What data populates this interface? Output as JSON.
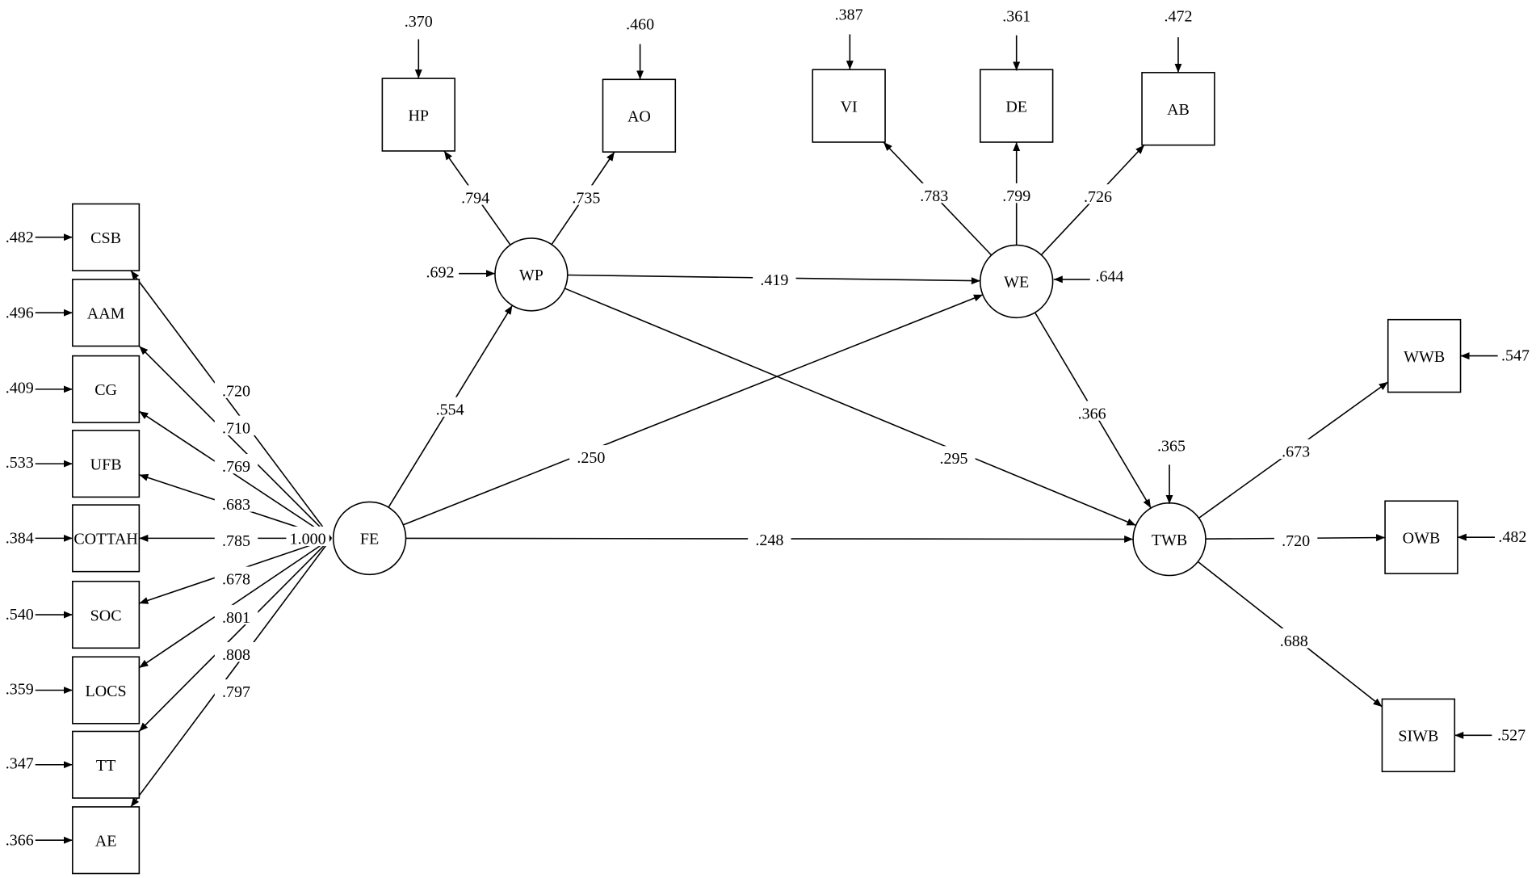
{
  "colors": {
    "stroke": "#000000",
    "background": "#ffffff"
  },
  "nodes": [
    {
      "id": "CSB",
      "label": "CSB",
      "shape": "box"
    },
    {
      "id": "AAM",
      "label": "AAM",
      "shape": "box"
    },
    {
      "id": "CG",
      "label": "CG",
      "shape": "box"
    },
    {
      "id": "UFB",
      "label": "UFB",
      "shape": "box"
    },
    {
      "id": "COTTAH",
      "label": "COTTAH",
      "shape": "box"
    },
    {
      "id": "SOC",
      "label": "SOC",
      "shape": "box"
    },
    {
      "id": "LOCS",
      "label": "LOCS",
      "shape": "box"
    },
    {
      "id": "TT",
      "label": "TT",
      "shape": "box"
    },
    {
      "id": "AE",
      "label": "AE",
      "shape": "box"
    },
    {
      "id": "HP",
      "label": "HP",
      "shape": "box"
    },
    {
      "id": "AO",
      "label": "AO",
      "shape": "box"
    },
    {
      "id": "VI",
      "label": "VI",
      "shape": "box"
    },
    {
      "id": "DE",
      "label": "DE",
      "shape": "box"
    },
    {
      "id": "AB",
      "label": "AB",
      "shape": "box"
    },
    {
      "id": "WWB",
      "label": "WWB",
      "shape": "box"
    },
    {
      "id": "OWB",
      "label": "OWB",
      "shape": "box"
    },
    {
      "id": "SIWB",
      "label": "SIWB",
      "shape": "box"
    },
    {
      "id": "FE",
      "label": "FE",
      "shape": "circle"
    },
    {
      "id": "WP",
      "label": "WP",
      "shape": "circle"
    },
    {
      "id": "WE",
      "label": "WE",
      "shape": "circle"
    },
    {
      "id": "TWB",
      "label": "TWB",
      "shape": "circle"
    }
  ],
  "paths": [
    {
      "from": "FE",
      "to": "CSB",
      "label": ".720"
    },
    {
      "from": "FE",
      "to": "AAM",
      "label": ".710"
    },
    {
      "from": "FE",
      "to": "CG",
      "label": ".769"
    },
    {
      "from": "FE",
      "to": "UFB",
      "label": ".683"
    },
    {
      "from": "FE",
      "to": "COTTAH",
      "label": ".785"
    },
    {
      "from": "FE",
      "to": "SOC",
      "label": ".678"
    },
    {
      "from": "FE",
      "to": "LOCS",
      "label": ".801"
    },
    {
      "from": "FE",
      "to": "TT",
      "label": ".808"
    },
    {
      "from": "FE",
      "to": "AE",
      "label": ".797"
    },
    {
      "from": "WP",
      "to": "HP",
      "label": ".794"
    },
    {
      "from": "WP",
      "to": "AO",
      "label": ".735"
    },
    {
      "from": "WE",
      "to": "VI",
      "label": ".783"
    },
    {
      "from": "WE",
      "to": "DE",
      "label": ".799"
    },
    {
      "from": "WE",
      "to": "AB",
      "label": ".726"
    },
    {
      "from": "FE",
      "to": "WP",
      "label": ".554"
    },
    {
      "from": "FE",
      "to": "WE",
      "label": ".250"
    },
    {
      "from": "FE",
      "to": "TWB",
      "label": ".248"
    },
    {
      "from": "WP",
      "to": "WE",
      "label": ".419"
    },
    {
      "from": "WP",
      "to": "TWB",
      "label": ".295"
    },
    {
      "from": "WE",
      "to": "TWB",
      "label": ".366"
    },
    {
      "from": "TWB",
      "to": "WWB",
      "label": ".673"
    },
    {
      "from": "TWB",
      "to": "OWB",
      "label": ".720"
    },
    {
      "from": "TWB",
      "to": "SIWB",
      "label": ".688"
    }
  ],
  "errors": [
    {
      "target": "CSB",
      "value": ".482"
    },
    {
      "target": "AAM",
      "value": ".496"
    },
    {
      "target": "CG",
      "value": ".409"
    },
    {
      "target": "UFB",
      "value": ".533"
    },
    {
      "target": "COTTAH",
      "value": ".384"
    },
    {
      "target": "SOC",
      "value": ".540"
    },
    {
      "target": "LOCS",
      "value": ".359"
    },
    {
      "target": "TT",
      "value": ".347"
    },
    {
      "target": "AE",
      "value": ".366"
    },
    {
      "target": "HP",
      "value": ".370"
    },
    {
      "target": "AO",
      "value": ".460"
    },
    {
      "target": "VI",
      "value": ".387"
    },
    {
      "target": "DE",
      "value": ".361"
    },
    {
      "target": "AB",
      "value": ".472"
    },
    {
      "target": "WP",
      "value": ".692"
    },
    {
      "target": "WE",
      "value": ".644"
    },
    {
      "target": "TWB",
      "value": ".365"
    },
    {
      "target": "WWB",
      "value": ".547"
    },
    {
      "target": "OWB",
      "value": ".482"
    },
    {
      "target": "SIWB",
      "value": ".527"
    }
  ],
  "fe_variance": "1.000"
}
